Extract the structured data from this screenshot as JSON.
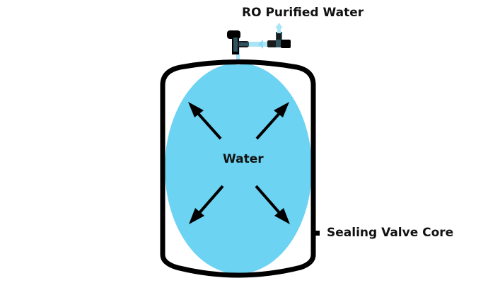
{
  "diagram": {
    "title": "RO water storage tank",
    "labels": {
      "inlet": "RO Purified Water",
      "contents": "Water",
      "valve": "Sealing Valve Core"
    },
    "arrows": [
      {
        "direction": "up-left"
      },
      {
        "direction": "up-right"
      },
      {
        "direction": "down-left"
      },
      {
        "direction": "down-right"
      }
    ],
    "colors": {
      "water": "#6dd3f3",
      "flow_light": "#a9e4f7",
      "tank_outline": "#000000",
      "fitting": "#2f5360",
      "text": "#111111",
      "background": "#ffffff"
    }
  }
}
